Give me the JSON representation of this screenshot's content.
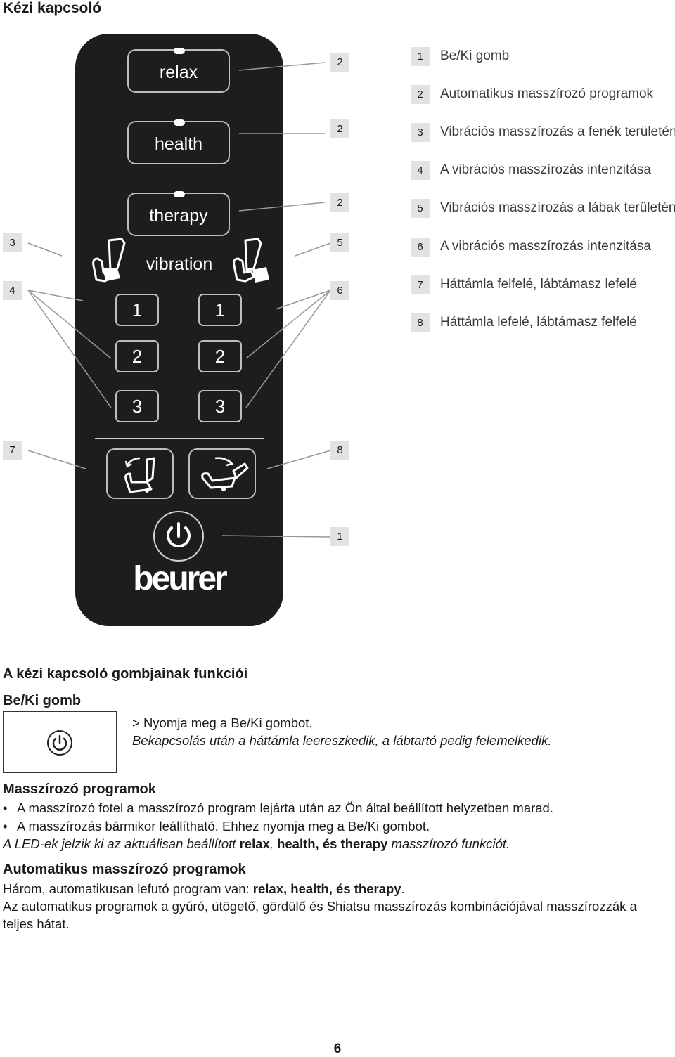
{
  "title": "Kézi kapcsoló",
  "remote": {
    "programs": [
      "relax",
      "health",
      "therapy"
    ],
    "vibration_label": "vibration",
    "left_buttons": [
      "1",
      "2",
      "3"
    ],
    "right_buttons": [
      "1",
      "2",
      "3"
    ],
    "brand": "beurer"
  },
  "callouts": {
    "program1": "2",
    "program2": "2",
    "program3": "2",
    "left_top": "3",
    "left_bottom": "4",
    "right_top": "5",
    "right_bottom": "6",
    "back_up": "7",
    "back_down": "8",
    "power": "1"
  },
  "legend": [
    {
      "num": "1",
      "text": "Be/Ki gomb"
    },
    {
      "num": "2",
      "text": "Automatikus masszírozó programok"
    },
    {
      "num": "3",
      "text": "Vibrációs masszírozás a fenék területén"
    },
    {
      "num": "4",
      "text": "A vibrációs masszírozás intenzitása"
    },
    {
      "num": "5",
      "text": "Vibrációs masszírozás a lábak területén"
    },
    {
      "num": "6",
      "text": "A vibrációs masszírozás intenzitása"
    },
    {
      "num": "7",
      "text": "Háttámla felfelé, lábtámasz lefelé"
    },
    {
      "num": "8",
      "text": "Háttámla lefelé, lábtámasz felfelé"
    }
  ],
  "functions": {
    "heading": "A kézi kapcsoló gombjainak funkciói",
    "power_heading": "Be/Ki gomb",
    "power_line1": "> Nyomja meg a Be/Ki gombot.",
    "power_line2": "Bekapcsolás után a háttámla leereszkedik, a lábtartó pedig felemelkedik."
  },
  "programs_section": {
    "heading": "Masszírozó programok",
    "bullets": [
      "A masszírozó fotel a masszírozó program lejárta után az Ön által beállított helyzetben marad.",
      "A masszírozás bármikor leállítható. Ehhez nyomja meg a Be/Ki gombot."
    ],
    "led_prefix": "A LED-ek jelzik ki az aktuálisan beállított ",
    "led_bold1": "relax",
    "led_mid": ", ",
    "led_bold2": "health, és therapy",
    "led_suffix": " masszírozó funkciót."
  },
  "auto_section": {
    "heading": "Automatikus masszírozó programok",
    "line1_prefix": "Három, automatikusan lefutó program van: ",
    "line1_bold": "relax, health, és therapy",
    "line1_suffix": ".",
    "line2": "Az automatikus programok a gyúró, ütögető, gördülő és Shiatsu masszírozás kombinációjával masszírozzák a teljes hátat."
  },
  "page_number": "6"
}
